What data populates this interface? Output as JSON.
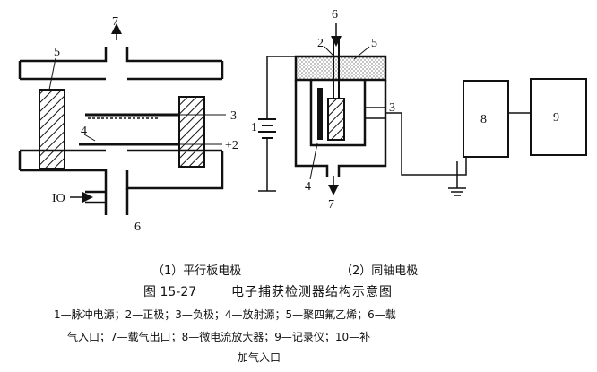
{
  "labels": {
    "n1": "1",
    "n2": "2",
    "n3": "3",
    "n4": "4",
    "n5": "5",
    "n6": "6",
    "n7": "7",
    "n8": "8",
    "n9": "9",
    "n10": "IO",
    "plus2": "+2"
  },
  "captions": {
    "left": "（1）平行板电极",
    "right": "（2）同轴电极"
  },
  "figure": {
    "number": "图 15-27",
    "title": "电子捕获检测器结构示意图"
  },
  "legend": {
    "line1": "1—脉冲电源；2—正极；3—负极；4—放射源；5—聚四氟乙烯；6—载",
    "line2": "气入口；7—载气出口；8—微电流放大器；9—记录仪；10—补",
    "line3": "加气入口"
  }
}
